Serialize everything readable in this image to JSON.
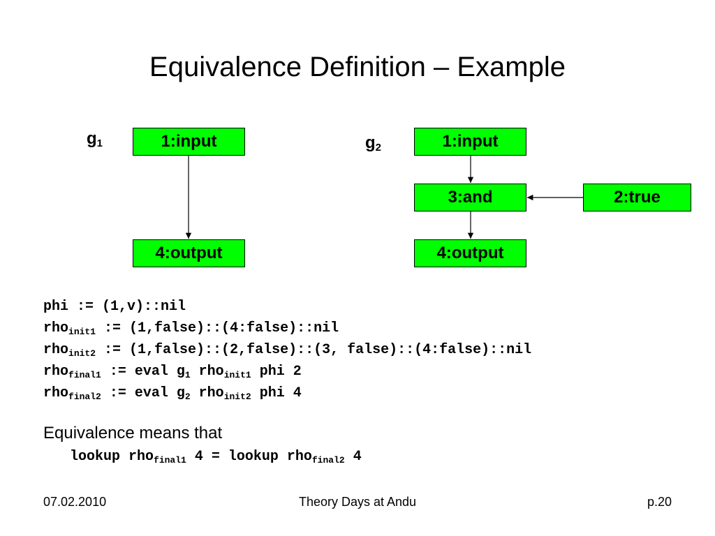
{
  "slide": {
    "title": "Equivalence Definition – Example"
  },
  "graph1": {
    "label": "g",
    "label_sub": "1",
    "nodes": [
      "1:input",
      "4:output"
    ]
  },
  "graph2": {
    "label": "g",
    "label_sub": "2",
    "nodes": [
      "1:input",
      "3:and",
      "2:true",
      "4:output"
    ]
  },
  "code_lines": [
    [
      {
        "t": "phi := (1,v)::nil"
      }
    ],
    [
      {
        "t": "rho"
      },
      {
        "s": "init1"
      },
      {
        "t": " := (1,false)::(4:false)::nil"
      }
    ],
    [
      {
        "t": "rho"
      },
      {
        "s": "init2"
      },
      {
        "t": " := (1,false)::(2,false)::(3, false)::(4:false)::nil"
      }
    ],
    [
      {
        "t": "rho"
      },
      {
        "s": "final1"
      },
      {
        "t": " := eval g"
      },
      {
        "s": "1"
      },
      {
        "t": " rho"
      },
      {
        "s": "init1"
      },
      {
        "t": " phi 2"
      }
    ],
    [
      {
        "t": "rho"
      },
      {
        "s": "final2"
      },
      {
        "t": " := eval g"
      },
      {
        "s": "2"
      },
      {
        "t": " rho"
      },
      {
        "s": "init2"
      },
      {
        "t": " phi 4"
      }
    ]
  ],
  "equivalence": {
    "intro": "Equivalence means that",
    "expr": [
      {
        "t": "lookup rho"
      },
      {
        "s": "final1"
      },
      {
        "t": " 4 = lookup rho"
      },
      {
        "s": "final2"
      },
      {
        "t": " 4"
      }
    ]
  },
  "footer": {
    "date": "07.02.2010",
    "event": "Theory Days at Andu",
    "page": "p.20"
  }
}
